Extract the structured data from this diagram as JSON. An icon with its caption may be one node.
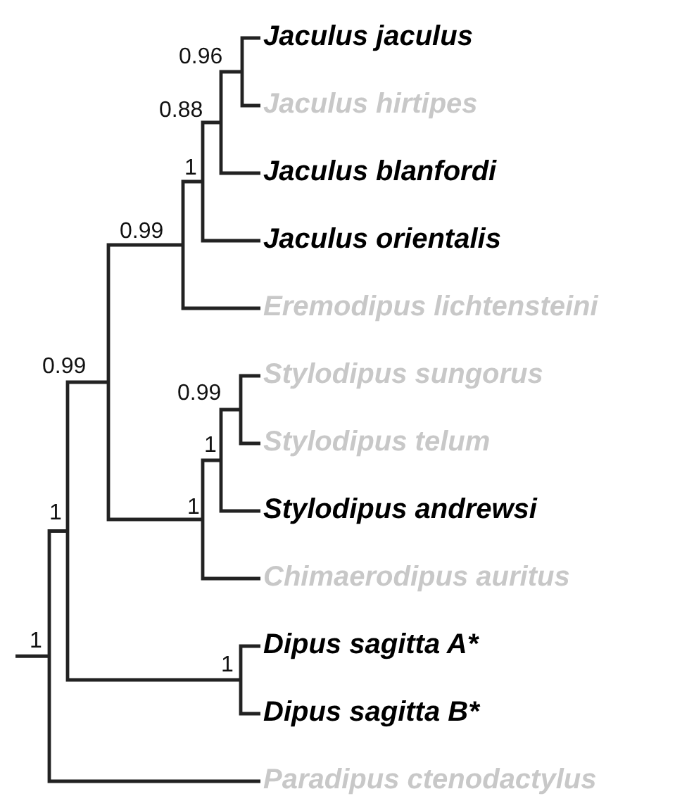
{
  "diagram": {
    "nodes": [
      {
        "text": [
          "Jaculus jaculus"
        ]
      },
      {
        "text": [
          "Jaculus hirtipes"
        ]
      },
      {
        "text": [
          "Jaculus blanfordi"
        ]
      },
      {
        "text": [
          "Jaculus orientalis"
        ]
      },
      {
        "text": [
          "Eremodipus lichtensteini"
        ]
      },
      {
        "text": [
          "Stylodipus sungorus"
        ]
      },
      {
        "text": [
          "Stylodipus telum"
        ]
      },
      {
        "text": [
          "Stylodipus andrewsi"
        ]
      },
      {
        "text": [
          "Chimaerodipus auritus"
        ]
      },
      {
        "text": [
          "Dipus sagitta A*"
        ]
      },
      {
        "text": [
          "Dipus sagitta B*"
        ]
      },
      {
        "text": [
          "Paradipus ctenodactylus"
        ]
      }
    ],
    "labels": [
      "0.96",
      "0.88",
      "1",
      "0.99",
      "0.99",
      "0.99",
      "1",
      "1",
      "1",
      "1",
      "1"
    ]
  }
}
